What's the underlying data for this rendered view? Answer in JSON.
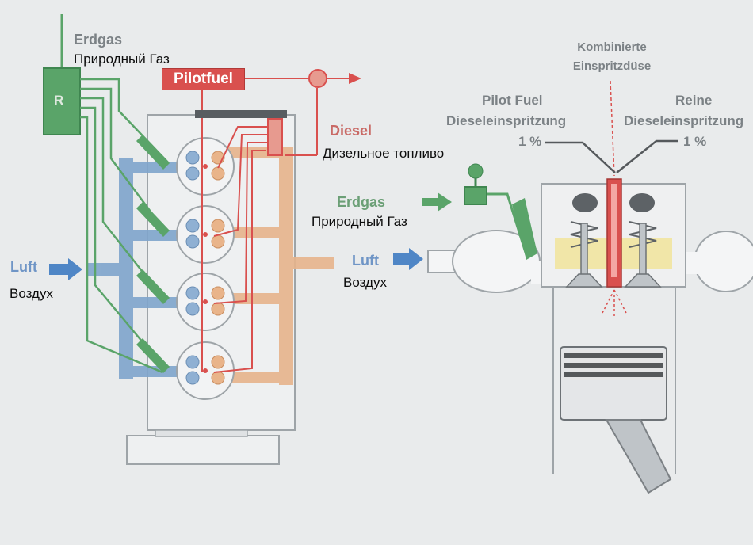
{
  "left_engine": {
    "erdgas_de": "Erdgas",
    "erdgas_ru": "Природный Газ",
    "regulator_label": "R",
    "pilotfuel_label": "Pilotfuel",
    "diesel_de": "Diesel",
    "diesel_ru": "Дизельное топливо",
    "luft_de": "Luft",
    "luft_ru": "Воздух"
  },
  "right_cylinder": {
    "kombinierte_line1": "Kombinierte",
    "kombinierte_line2": "Einspritzdüse",
    "pilot_fuel_line1": "Pilot Fuel",
    "pilot_fuel_line2": "Dieseleinspritzung",
    "pilot_fuel_pct": "1 %",
    "reine_line1": "Reine",
    "reine_line2": "Dieseleinspritzung",
    "reine_pct": "1 %",
    "erdgas_de": "Erdgas",
    "erdgas_ru": "Природный Газ",
    "luft_de": "Luft",
    "luft_ru": "Воздух"
  },
  "colors": {
    "gas_green": "#5aa469",
    "air_blue": "#7fa5cc",
    "pilot_red": "#d9504e",
    "exhaust_orange": "#e7b48c",
    "label_gray": "#7b8185",
    "background": "#e9ebec"
  }
}
